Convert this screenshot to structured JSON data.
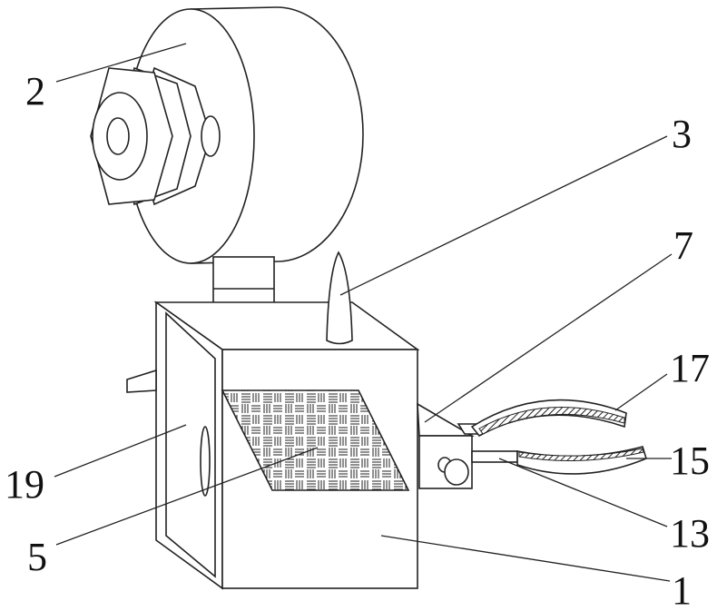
{
  "title": "Device assembly drawing with reference numerals",
  "labels": {
    "l1": "1",
    "l2": "2",
    "l3": "3",
    "l5": "5",
    "l7": "7",
    "l13": "13",
    "l15": "15",
    "l17": "17",
    "l19": "19"
  }
}
